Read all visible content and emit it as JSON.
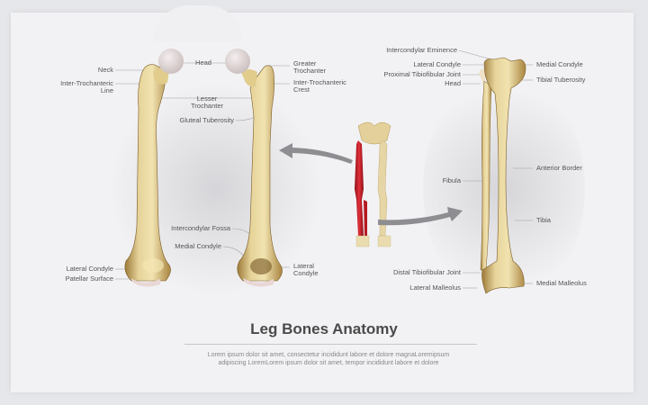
{
  "title": "Leg Bones Anatomy",
  "subtitle_line1": "Lorem ipsum dolor sit amet, consectetur incididunt labore et dolore magnaLoremipsum",
  "subtitle_line2": "adipiscing LoremLorem ipsum dolor sit amet, tempor incididunt labore et dolore",
  "colors": {
    "background": "#f2f2f4",
    "bone": "#d9c48a",
    "bone_shadow": "#8a6a30",
    "femur_head": "#e6dcdc",
    "highlight_leg": "#c8202a",
    "arrow": "#8e8e92",
    "label_text": "#555555",
    "leader_line": "#9a9a9e"
  },
  "femur": {
    "labels": {
      "head": "Head",
      "neck": "Neck",
      "inter_trochanteric_line": "Inter-Trochanteric\nLine",
      "greater_trochanter": "Greater\nTrochanter",
      "inter_trochanteric_crest": "Inter-Trochanteric\nCrest",
      "lesser_trochanter": "Lesser\nTrochanter",
      "gluteal_tuberosity": "Gluteal Tuberosity",
      "intercondylar_fossa": "Intercondylar Fossa",
      "medial_condyle": "Medial Condyle",
      "lateral_condyle_left": "Lateral Condyle",
      "patellar_surface": "Patellar Surface",
      "lateral_condyle_right": "Lateral\nCondyle"
    }
  },
  "tibia_fibula": {
    "labels": {
      "intercondylar_eminence": "Intercondylar Eminence",
      "lateral_condyle": "Lateral Condyle",
      "proximal_tibiofibular_joint": "Proximal Tibiofibular Joint",
      "head": "Head",
      "medial_condyle": "Medial Condyle",
      "tibial_tuberosity": "Tibial Tuberosity",
      "fibula": "Fibula",
      "anterior_border": "Anterior Border",
      "tibia": "Tibia",
      "distal_tibiofibular_joint": "Distal Tibiofibular Joint",
      "lateral_malleolus": "Lateral Malleolus",
      "medial_malleolus": "Medial Malleolus"
    }
  }
}
